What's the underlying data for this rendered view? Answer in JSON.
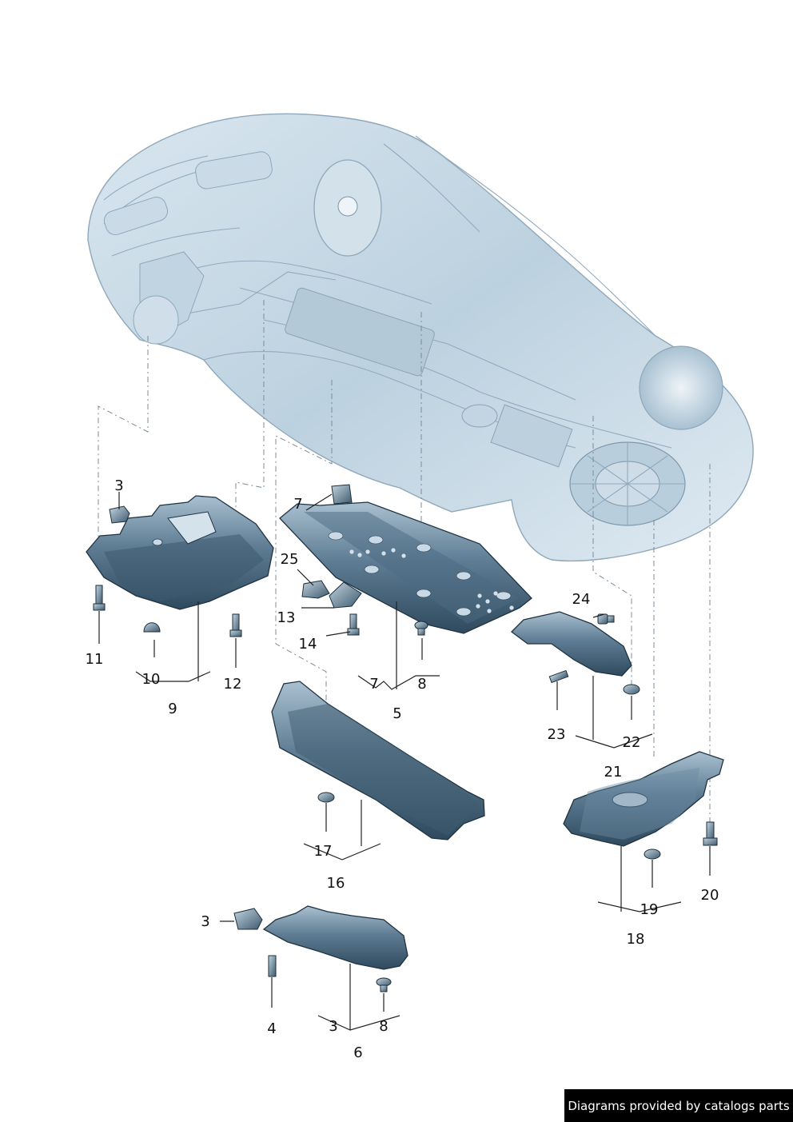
{
  "diagram": {
    "labels": {
      "l1": "3",
      "l2": "7",
      "l3": "25",
      "l4": "13",
      "l5": "14",
      "l6": "11",
      "l7": "10",
      "l8": "12",
      "l9": "9",
      "l10": "7",
      "l11": "8",
      "l12": "5",
      "l13": "24",
      "l14": "23",
      "l15": "22",
      "l16": "21",
      "l17": "17",
      "l18": "16",
      "l19": "20",
      "l20": "19",
      "l21": "18",
      "l22": "3",
      "l23": "4",
      "l24": "3",
      "l25": "8",
      "l26": "6"
    }
  },
  "footer": {
    "credit": "Diagrams provided by catalogs parts"
  },
  "colors": {
    "car_fill": "#c4d6e3",
    "part_fill": "#54738a",
    "credit_bg": "#000000"
  }
}
